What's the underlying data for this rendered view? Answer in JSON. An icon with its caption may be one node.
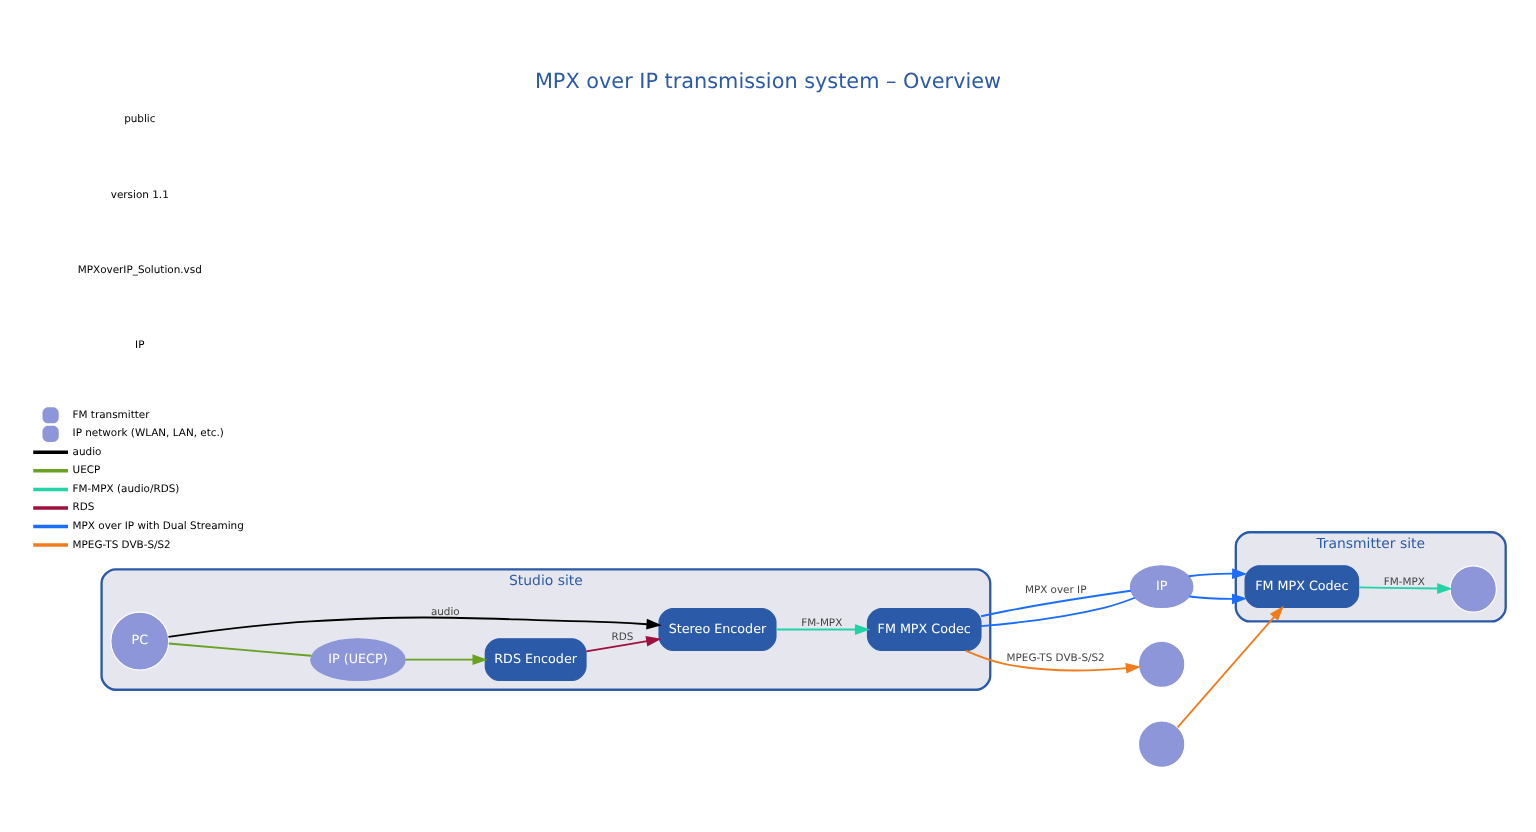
{
  "diagram": {
    "title": "MPX over IP transmission system – Overview",
    "nodes": [
      {
        "text": [
          "Studio site"
        ]
      },
      {
        "text": [
          "PC"
        ],
        "in": 0
      },
      {
        "text": [
          "IP (UECP)"
        ],
        "in": 0
      },
      {
        "text": [
          "Stereo Encoder"
        ],
        "in": 0
      },
      {
        "text": [
          "RDS Encoder"
        ],
        "in": 0
      },
      {
        "text": [
          "FM MPX Codec"
        ],
        "in": 0
      },
      {
        "text": [
          "IP"
        ]
      },
      {
        "text": [],
        "shape": "circle"
      },
      {
        "text": [],
        "shape": "circle"
      },
      {
        "text": [
          "Transmitter site"
        ]
      },
      {
        "text": [
          "FM MPX Codec"
        ],
        "in": 9
      },
      {
        "text": [],
        "shape": "circle",
        "in": 9
      }
    ],
    "edges": [
      {
        "from": 1,
        "to": 3,
        "arrow": "to",
        "label": "audio",
        "color": "#000000"
      },
      {
        "from": 1,
        "to": 2,
        "arrow": "none",
        "color": "#6aa121"
      },
      {
        "from": 2,
        "to": 4,
        "arrow": "to",
        "color": "#6aa121"
      },
      {
        "from": 4,
        "to": 3,
        "arrow": "to",
        "label": "RDS",
        "color": "#a0103f"
      },
      {
        "from": 3,
        "to": 5,
        "arrow": "to",
        "label": "FM-MPX",
        "color": "#22d3a6"
      },
      {
        "from": 5,
        "to": 6,
        "arrow": "none",
        "label": "MPX over IP",
        "color": "#1a6dff"
      },
      {
        "from": 5,
        "to": 6,
        "arrow": "none",
        "color": "#1a6dff"
      },
      {
        "from": 6,
        "to": 10,
        "arrow": "to",
        "color": "#1a6dff"
      },
      {
        "from": 6,
        "to": 10,
        "arrow": "to",
        "color": "#1a6dff"
      },
      {
        "from": 5,
        "to": 7,
        "arrow": "to",
        "label": "MPEG-TS DVB-S/S2",
        "color": "#f07c1c"
      },
      {
        "from": 8,
        "to": 10,
        "arrow": "to",
        "color": "#f07c1c"
      },
      {
        "from": 10,
        "to": 11,
        "arrow": "to",
        "label": "FM-MPX",
        "color": "#22d3a6"
      }
    ],
    "labels": [
      "IP",
      "MPXoverIP_Solution.vsd",
      "version 1.1",
      "public"
    ],
    "legend": [
      {
        "text": "FM transmitter"
      },
      {
        "text": "IP network (WLAN, LAN, etc.)"
      },
      {
        "text": "audio",
        "color": "#000000"
      },
      {
        "text": "UECP",
        "color": "#6aa121"
      },
      {
        "text": "FM-MPX (audio/RDS)",
        "color": "#22d3a6"
      },
      {
        "text": "RDS",
        "color": "#a0103f"
      },
      {
        "text": "MPX over IP with Dual Streaming",
        "color": "#1a6dff"
      },
      {
        "text": "MPEG-TS DVB-S/S2",
        "color": "#f07c1c"
      }
    ]
  }
}
